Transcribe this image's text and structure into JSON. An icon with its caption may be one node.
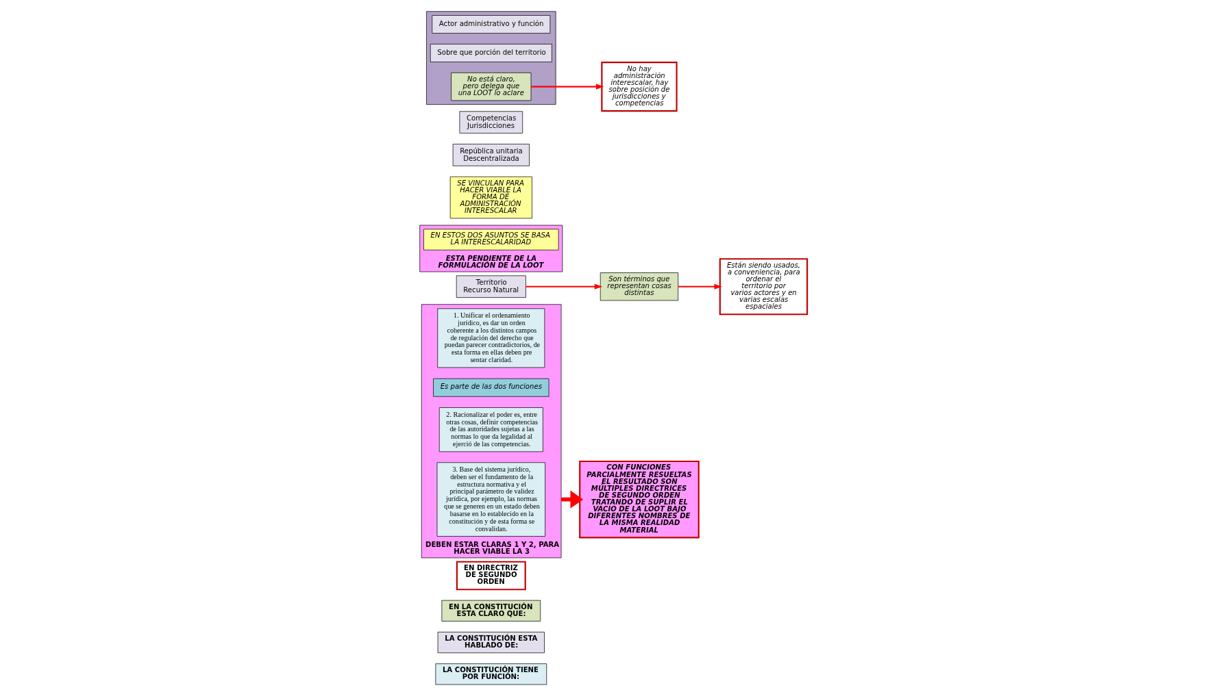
{
  "diagram": {
    "nodes": [
      {
        "text": [
          "LA CONSTITUCIÓN TIENE POR FUNCIÓN:"
        ]
      },
      {
        "text": [
          "LA CONSTITUCIÓN ESTA HABLADO DE:"
        ]
      },
      {
        "text": [
          "EN LA CONSTITUCIÓN ESTA CLARO QUE:"
        ]
      },
      {
        "text": [
          "EN DIRECTRIZ DE SEGUNDO ORDEN"
        ]
      },
      {
        "text": [
          "DEBEN ESTAR CLARAS 1 Y 2, PARA HACER VIABLE LA 3"
        ]
      },
      {
        "text": [
          "1. Unificar el ordenamiento jurídico, es dar un orden coherente a los distintos campos de regulación del derecho que puedan parecer contradictorios, de esta forma en ellas deben pre sentar claridad."
        ],
        "in": 4
      },
      {
        "text": [
          "Es parte de las dos funciones"
        ],
        "in": 4
      },
      {
        "text": [
          "2. Racionalizar el poder es, entre otras cosas, definir competencias de las autoridades sujetas a las normas lo que da legalidad al ejerció de las competencias."
        ],
        "in": 4
      },
      {
        "text": [
          "3. Base del sistema jurídico, deben ser el fundamento de la estructura normativa y el principal parámetro de validez jurídica, por ejemplo, las normas que se generen en un estado deben basarse en lo establecido en la constitución y de esta forma se convalidan."
        ],
        "in": 4
      },
      {
        "text": [
          "Territorio",
          "Recurso Natural"
        ]
      },
      {
        "text": [
          "Son términos que representan cosas distintas"
        ]
      },
      {
        "text": [
          "Están siendo usados, a conveniencia, para ordenar el territorio por varios actores y en varias escalas espaciales"
        ]
      },
      {
        "text": [
          "ESTA PENDIENTE DE LA FORMULACIÓN DE LA LOOT"
        ]
      },
      {
        "text": [
          "SE VINCULAN PARA HACER VIABLE LA FORMA DE ADMINISTRACIÓN INTERESCALAR"
        ]
      },
      {
        "text": [
          "República unitaria",
          "Descentralizada"
        ]
      },
      {
        "text": [
          "EN ESTOS DOS ASUNTOS SE BASA LA INTERESCALARIDAD"
        ],
        "in": 12
      },
      {
        "text": [
          "Competencias",
          "Jurisdicciones"
        ]
      },
      {
        "text": [],
        "shape": "bar"
      },
      {
        "text": [
          "Actor administrativo y función"
        ],
        "in": 17
      },
      {
        "text": [
          "Sobre que porción del territorio"
        ],
        "in": 17
      },
      {
        "text": [
          "No está claro, pero delega que una LOOT lo aclare"
        ],
        "in": 17
      },
      {
        "text": [
          "No hay administración interescalar, hay sobre posición de jurisdicciones y competencias"
        ]
      },
      {
        "text": [
          "CON FUNCIONES PARCIALMENTE RESUELTAS EL RESULTADO SON MÚLTIPLES DIRECTRICES DE SEGUNDO ORDEN TRATANDO DE SUPLIR EL VACIO DE LA LOOT BAJO DIFERENTES NOMBRES DE LA MISMA REALIDAD MATERIAL"
        ]
      }
    ],
    "edges": [
      {
        "from": 9,
        "to": 10,
        "arrow": "to"
      },
      {
        "from": 10,
        "to": 11,
        "arrow": "to"
      },
      {
        "from": 20,
        "to": 21,
        "arrow": "to"
      },
      {
        "from": 4,
        "to": 22,
        "arrow": "to",
        "style": "thick"
      }
    ]
  }
}
